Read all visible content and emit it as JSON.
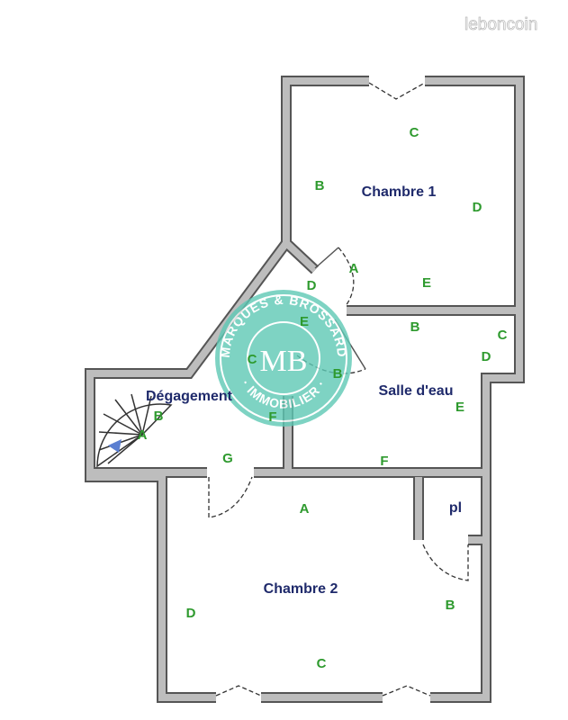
{
  "watermark": "leboncoin",
  "logo": {
    "top": "MARQUES & BROSSARD",
    "bottom": "· IMMOBILIER ·",
    "monogram": "MB",
    "color": "#5ec9b5"
  },
  "rooms": {
    "chambre1": "Chambre 1",
    "salle_eau": "Salle d'eau",
    "degagement": "Dégagement",
    "chambre2": "Chambre 2",
    "placard": "pl"
  },
  "markers": {
    "chambre1": [
      "C",
      "B",
      "D",
      "A",
      "E",
      "D",
      "E"
    ],
    "salle_eau": [
      "B",
      "C",
      "D",
      "E",
      "F",
      "B"
    ],
    "degagement": [
      "B",
      "A",
      "G",
      "F",
      "C"
    ],
    "chambre2": [
      "A",
      "D",
      "C",
      "B"
    ]
  },
  "colors": {
    "wall": "#bdbdbd",
    "room_label": "#1f2a6b",
    "marker": "#2e9a2e"
  }
}
